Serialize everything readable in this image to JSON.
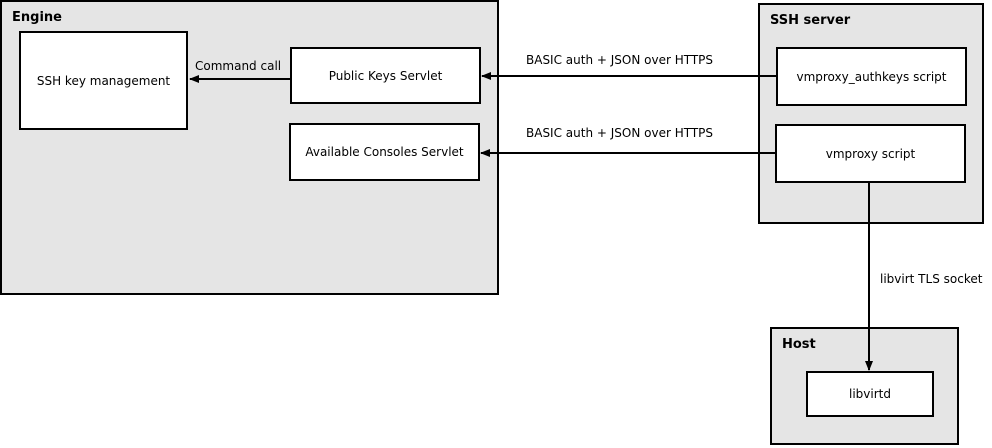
{
  "containers": {
    "engine": {
      "title": "Engine"
    },
    "ssh_server": {
      "title": "SSH server"
    },
    "host": {
      "title": "Host"
    }
  },
  "nodes": {
    "ssh_key_management": "SSH key management",
    "public_keys_servlet": "Public Keys Servlet",
    "available_consoles_servlet": "Available Consoles Servlet",
    "vmproxy_authkeys_script": "vmproxy_authkeys script",
    "vmproxy_script": "vmproxy script",
    "libvirtd": "libvirtd"
  },
  "edges": {
    "command_call": "Command call",
    "authkeys_to_public_keys": "BASIC auth + JSON over HTTPS",
    "vmproxy_to_consoles": "BASIC auth + JSON over HTTPS",
    "vmproxy_to_libvirtd": "libvirt TLS socket"
  },
  "colors": {
    "container_fill": "#e5e5e5",
    "node_fill": "#ffffff",
    "stroke": "#000000"
  }
}
